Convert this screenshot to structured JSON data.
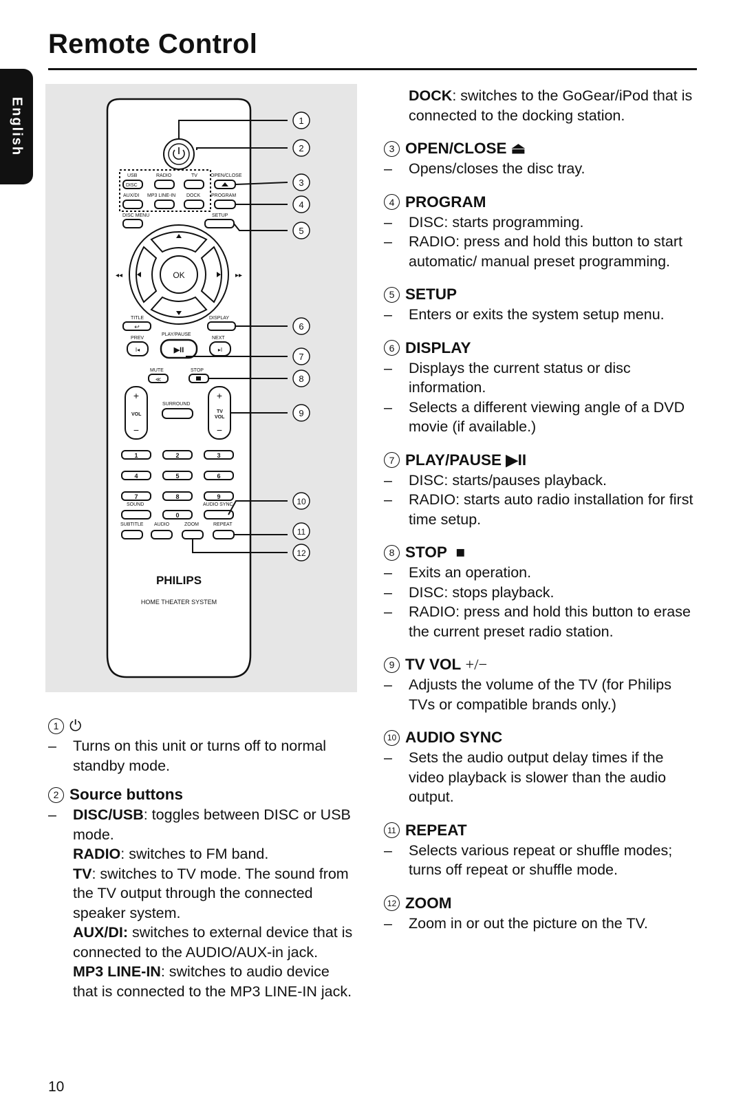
{
  "page": {
    "title": "Remote Control",
    "language_tab": "English",
    "page_number": "10"
  },
  "remote": {
    "labels": {
      "usb": "USB",
      "radio": "RADIO",
      "tv": "TV",
      "open_close": "OPEN/CLOSE",
      "disc": "DISC",
      "aux_di": "AUX/DI",
      "mp3_line_in": "MP3 LINE-IN",
      "dock": "DOCK",
      "program": "PROGRAM",
      "disc_menu": "DISC MENU",
      "setup": "SETUP",
      "ok": "OK",
      "title": "TITLE",
      "display": "DISPLAY",
      "prev": "PREV",
      "play_pause": "PLAY/PAUSE",
      "next": "NEXT",
      "mute": "MUTE",
      "stop": "STOP",
      "surround": "SURROUND",
      "vol": "VOL",
      "tv_vol_1": "TV",
      "tv_vol_2": "VOL",
      "sound": "SOUND",
      "audio_sync": "AUDIO SYNC",
      "subtitle": "SUBTITLE",
      "audio": "AUDIO",
      "zoom": "ZOOM",
      "repeat": "REPEAT",
      "brand": "PHILIPS",
      "system": "HOME THEATER SYSTEM"
    },
    "digits": [
      "1",
      "2",
      "3",
      "4",
      "5",
      "6",
      "7",
      "8",
      "9",
      "0"
    ],
    "callouts": [
      "1",
      "2",
      "3",
      "4",
      "5",
      "6",
      "7",
      "8",
      "9",
      "10",
      "11",
      "12"
    ]
  },
  "left": {
    "s1": {
      "num": "1",
      "symbol": "⏻",
      "text": "Turns on this unit or turns off to normal standby mode."
    },
    "s2": {
      "num": "2",
      "title": "Source buttons",
      "disc_usb_b": "DISC/USB",
      "disc_usb_t": ": toggles between DISC or USB mode.",
      "radio_b": "RADIO",
      "radio_t": ": switches to FM band.",
      "tv_b": "TV",
      "tv_t": ": switches to TV mode. The sound from the TV output through the connected speaker system.",
      "aux_b": "AUX/DI:",
      "aux_t": " switches to external device that is connected to the AUDIO/AUX-in jack.",
      "mp3_b": "MP3 LINE-IN",
      "mp3_t": ": switches to audio device that is connected to the MP3 LINE-IN jack."
    }
  },
  "right": {
    "dock_b": "DOCK",
    "dock_t": ": switches to the GoGear/iPod that is connected to the docking station.",
    "s3": {
      "num": "3",
      "title": "OPEN/CLOSE",
      "symbol": "⏏",
      "items": [
        "Opens/closes the disc tray."
      ]
    },
    "s4": {
      "num": "4",
      "title": "PROGRAM",
      "items": [
        "DISC: starts programming.",
        "RADIO: press and hold this button to start automatic/ manual preset programming."
      ]
    },
    "s5": {
      "num": "5",
      "title": "SETUP",
      "items": [
        "Enters or exits the system setup menu."
      ]
    },
    "s6": {
      "num": "6",
      "title": "DISPLAY",
      "items": [
        "Displays the current status or disc information.",
        "Selects a different viewing angle of a DVD movie (if available.)"
      ]
    },
    "s7": {
      "num": "7",
      "title": "PLAY/PAUSE",
      "symbol": "▶II",
      "items": [
        "DISC: starts/pauses playback.",
        "RADIO: starts auto radio installation for first time setup."
      ]
    },
    "s8": {
      "num": "8",
      "title": "STOP",
      "symbol": "■",
      "items": [
        "Exits an operation.",
        "DISC: stops playback.",
        "RADIO: press and hold this button to erase the current preset radio station."
      ]
    },
    "s9": {
      "num": "9",
      "title": "TV VOL",
      "symbol": "+/−",
      "items": [
        "Adjusts the volume of the TV (for Philips TVs or compatible brands only.)"
      ]
    },
    "s10": {
      "num": "10",
      "title": "AUDIO SYNC",
      "items": [
        "Sets the audio output delay times if the video playback is slower than the audio output."
      ]
    },
    "s11": {
      "num": "11",
      "title": "REPEAT",
      "items": [
        "Selects various repeat or shuffle modes; turns off repeat or shuffle mode."
      ]
    },
    "s12": {
      "num": "12",
      "title": "ZOOM",
      "items": [
        "Zoom in or out the picture on the TV."
      ]
    }
  }
}
